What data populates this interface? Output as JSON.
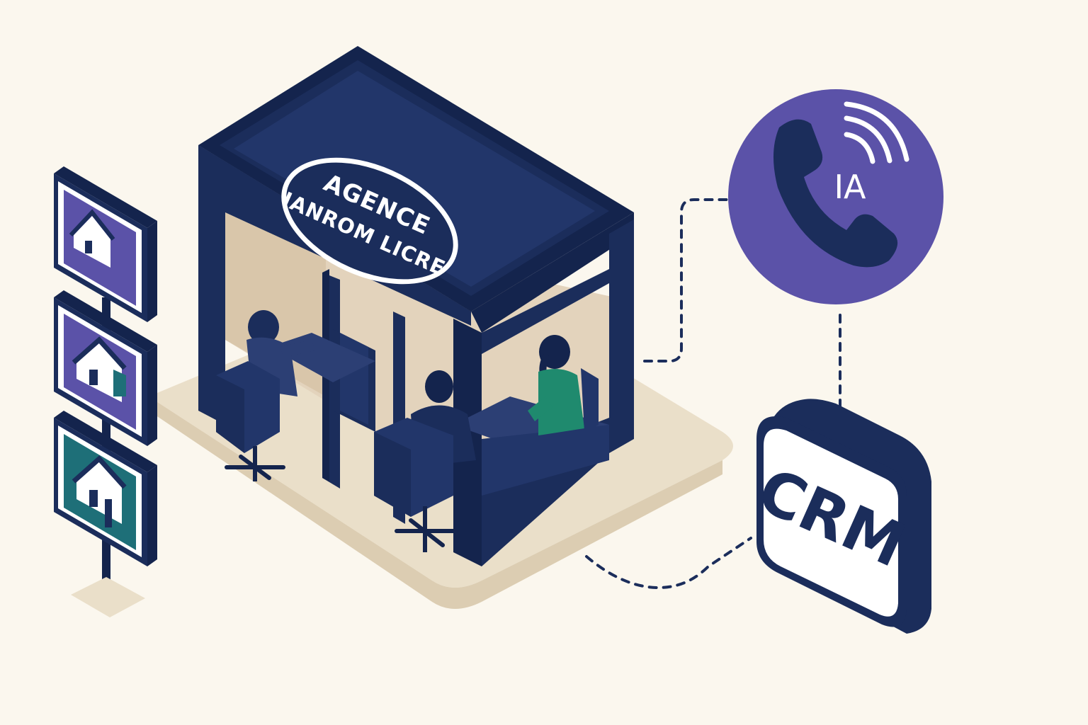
{
  "agency_sign": {
    "line1": "AGENCE",
    "line2": "IANROM LICRE"
  },
  "phone_badge": {
    "label": "IA",
    "icon": "phone-icon"
  },
  "crm_box": {
    "label": "CRM"
  },
  "listing_panels": [
    {
      "icon": "house-icon",
      "bg": "purple"
    },
    {
      "icon": "house-icon",
      "bg": "purple"
    },
    {
      "icon": "house-icon",
      "bg": "teal"
    }
  ],
  "colors": {
    "background": "#FBF7EE",
    "navy": "#1B2D5B",
    "navy_dark": "#14244D",
    "navy_light": "#2C3F74",
    "purple": "#5B52A8",
    "teal": "#1E6F78",
    "green_shirt": "#1F8A6E",
    "floor": "#EADFC9",
    "interior": "#E3D3BC"
  }
}
